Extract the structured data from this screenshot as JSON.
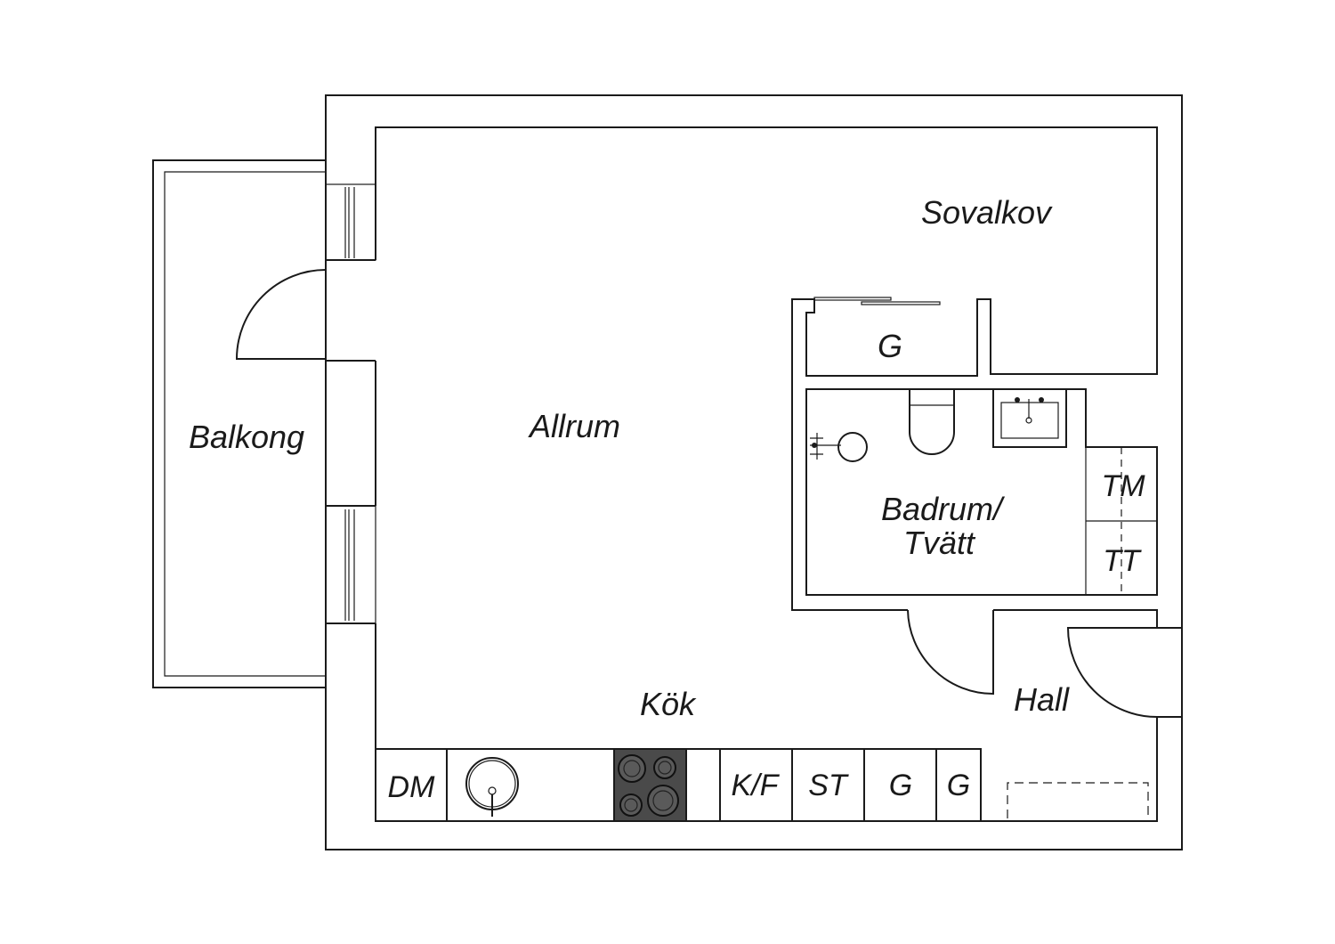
{
  "rooms": {
    "sovalkov": "Sovalkov",
    "allrum": "Allrum",
    "balkong": "Balkong",
    "kok": "Kök",
    "hall": "Hall",
    "badrum_line1": "Badrum/",
    "badrum_line2": "Tvätt",
    "closet": "G"
  },
  "fixtures": {
    "dm": "DM",
    "kf": "K/F",
    "st": "ST",
    "g1": "G",
    "g2": "G",
    "tm": "TM",
    "tt": "TT"
  },
  "colors": {
    "line": "#1a1a1a",
    "stove": "#4a4a4a",
    "background": "#ffffff"
  }
}
